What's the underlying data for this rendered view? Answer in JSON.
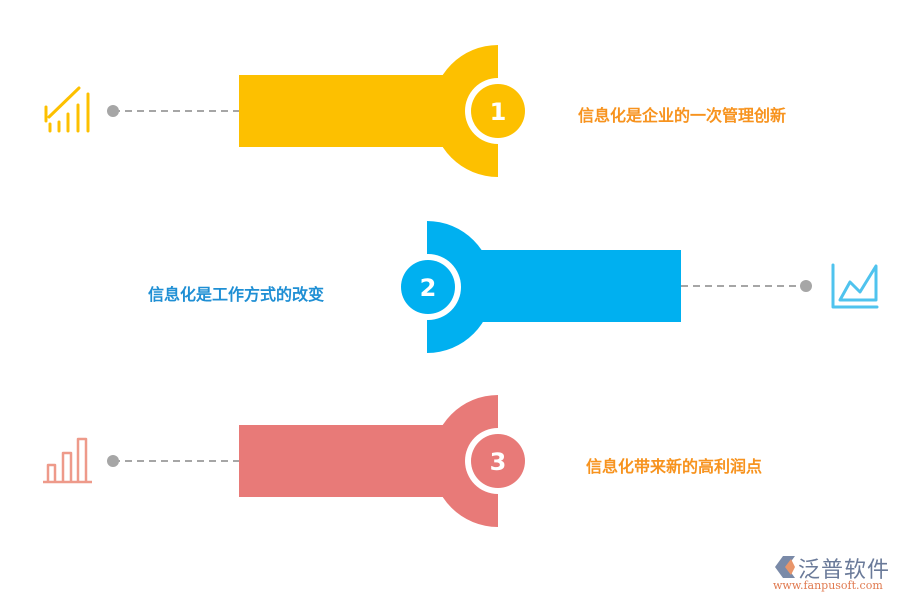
{
  "colors": {
    "step1": "#FDC000",
    "step2": "#00B0F0",
    "step3": "#E87A78",
    "connector": "#A6A6A6",
    "text1": "#F7931E",
    "text2": "#1F8FD4",
    "text3": "#F7931E"
  },
  "steps": [
    {
      "number": "1",
      "text": "信息化是企业的一次管理创新",
      "icon": "rising-bar-chart-icon"
    },
    {
      "number": "2",
      "text": "信息化是工作方式的改变",
      "icon": "area-line-chart-icon"
    },
    {
      "number": "3",
      "text": "信息化带来新的高利润点",
      "icon": "bar-chart-icon"
    }
  ],
  "logo": {
    "name": "泛普软件",
    "url": "www.fanpusoft.com"
  }
}
